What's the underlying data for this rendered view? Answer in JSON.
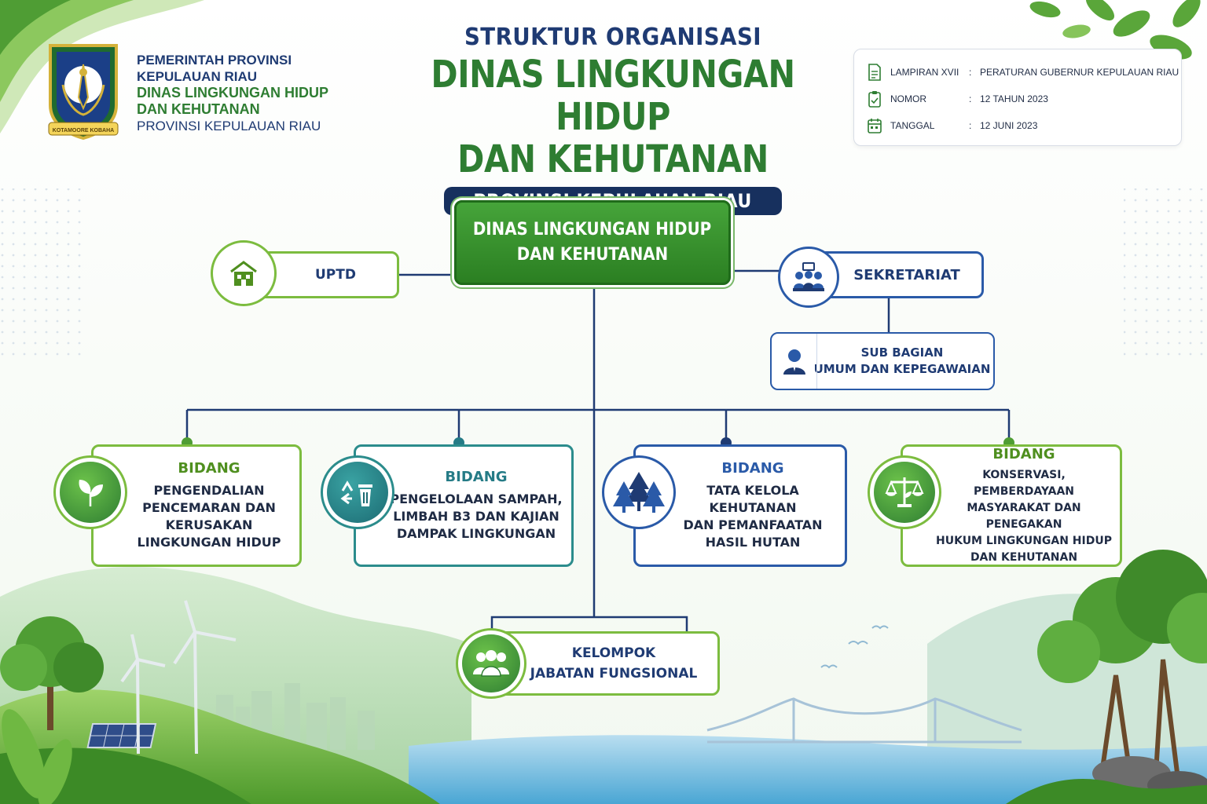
{
  "header": {
    "org_line1": "PEMERINTAH PROVINSI",
    "org_line2": "KEPULAUAN RIAU",
    "org_line3": "DINAS LINGKUNGAN HIDUP",
    "org_line4": "DAN KEHUTANAN",
    "org_line5": "PROVINSI KEPULAUAN RIAU",
    "logo_ribbon": "KOTAMOORE KOBAHA",
    "title_small": "STRUKTUR ORGANISASI",
    "title_big_1": "DINAS LINGKUNGAN HIDUP",
    "title_big_2": "DAN KEHUTANAN",
    "title_pill": "PROVINSI KEPULAUAN RIAU"
  },
  "info": [
    {
      "icon": "document-icon",
      "label": "LAMPIRAN XVII",
      "sep": ":",
      "value": "PERATURAN GUBERNUR KEPULAUAN RIAU"
    },
    {
      "icon": "clipboard-icon",
      "label": "NOMOR",
      "sep": ":",
      "value": "12 TAHUN 2023"
    },
    {
      "icon": "calendar-icon",
      "label": "TANGGAL",
      "sep": ":",
      "value": "12 JUNI 2023"
    }
  ],
  "chart": {
    "main": {
      "line1": "DINAS LINGKUNGAN HIDUP",
      "line2": "DAN KEHUTANAN"
    },
    "uptd": {
      "label": "UPTD",
      "icon": "building-icon"
    },
    "sekretariat": {
      "label": "SEKRETARIAT",
      "icon": "meeting-icon"
    },
    "sub_bagian": {
      "line1": "SUB BAGIAN",
      "line2": "UMUM DAN KEPEGAWAIAN",
      "icon": "person-icon"
    },
    "bidang": [
      {
        "heading": "BIDANG",
        "lines": [
          "PENGENDALIAN",
          "PENCEMARAN DAN",
          "KERUSAKAN",
          "LINGKUNGAN HIDUP"
        ],
        "icon": "leaf-icon"
      },
      {
        "heading": "BIDANG",
        "lines": [
          "PENGELOLAAN SAMPAH,",
          "LIMBAH B3 DAN KAJIAN",
          "DAMPAK LINGKUNGAN"
        ],
        "icon": "recycle-bin-icon"
      },
      {
        "heading": "BIDANG",
        "lines": [
          "TATA KELOLA KEHUTANAN",
          "DAN PEMANFAATAN",
          "HASIL HUTAN"
        ],
        "icon": "forest-icon"
      },
      {
        "heading": "BIDANG",
        "lines": [
          "KONSERVASI, PEMBERDAYAAN",
          "MASYARAKAT DAN PENEGAKAN",
          "HUKUM LINGKUNGAN HIDUP",
          "DAN KEHUTANAN"
        ],
        "icon": "scales-icon"
      }
    ],
    "kelompok": {
      "line1": "KELOMPOK",
      "line2": "JABATAN FUNGSIONAL",
      "icon": "group-icon"
    }
  },
  "colors": {
    "navy": "#1f3b73",
    "green": "#2e7d32",
    "light_green": "#7cbc3f",
    "blue": "#2a5aa8",
    "teal": "#2b8c8c"
  }
}
